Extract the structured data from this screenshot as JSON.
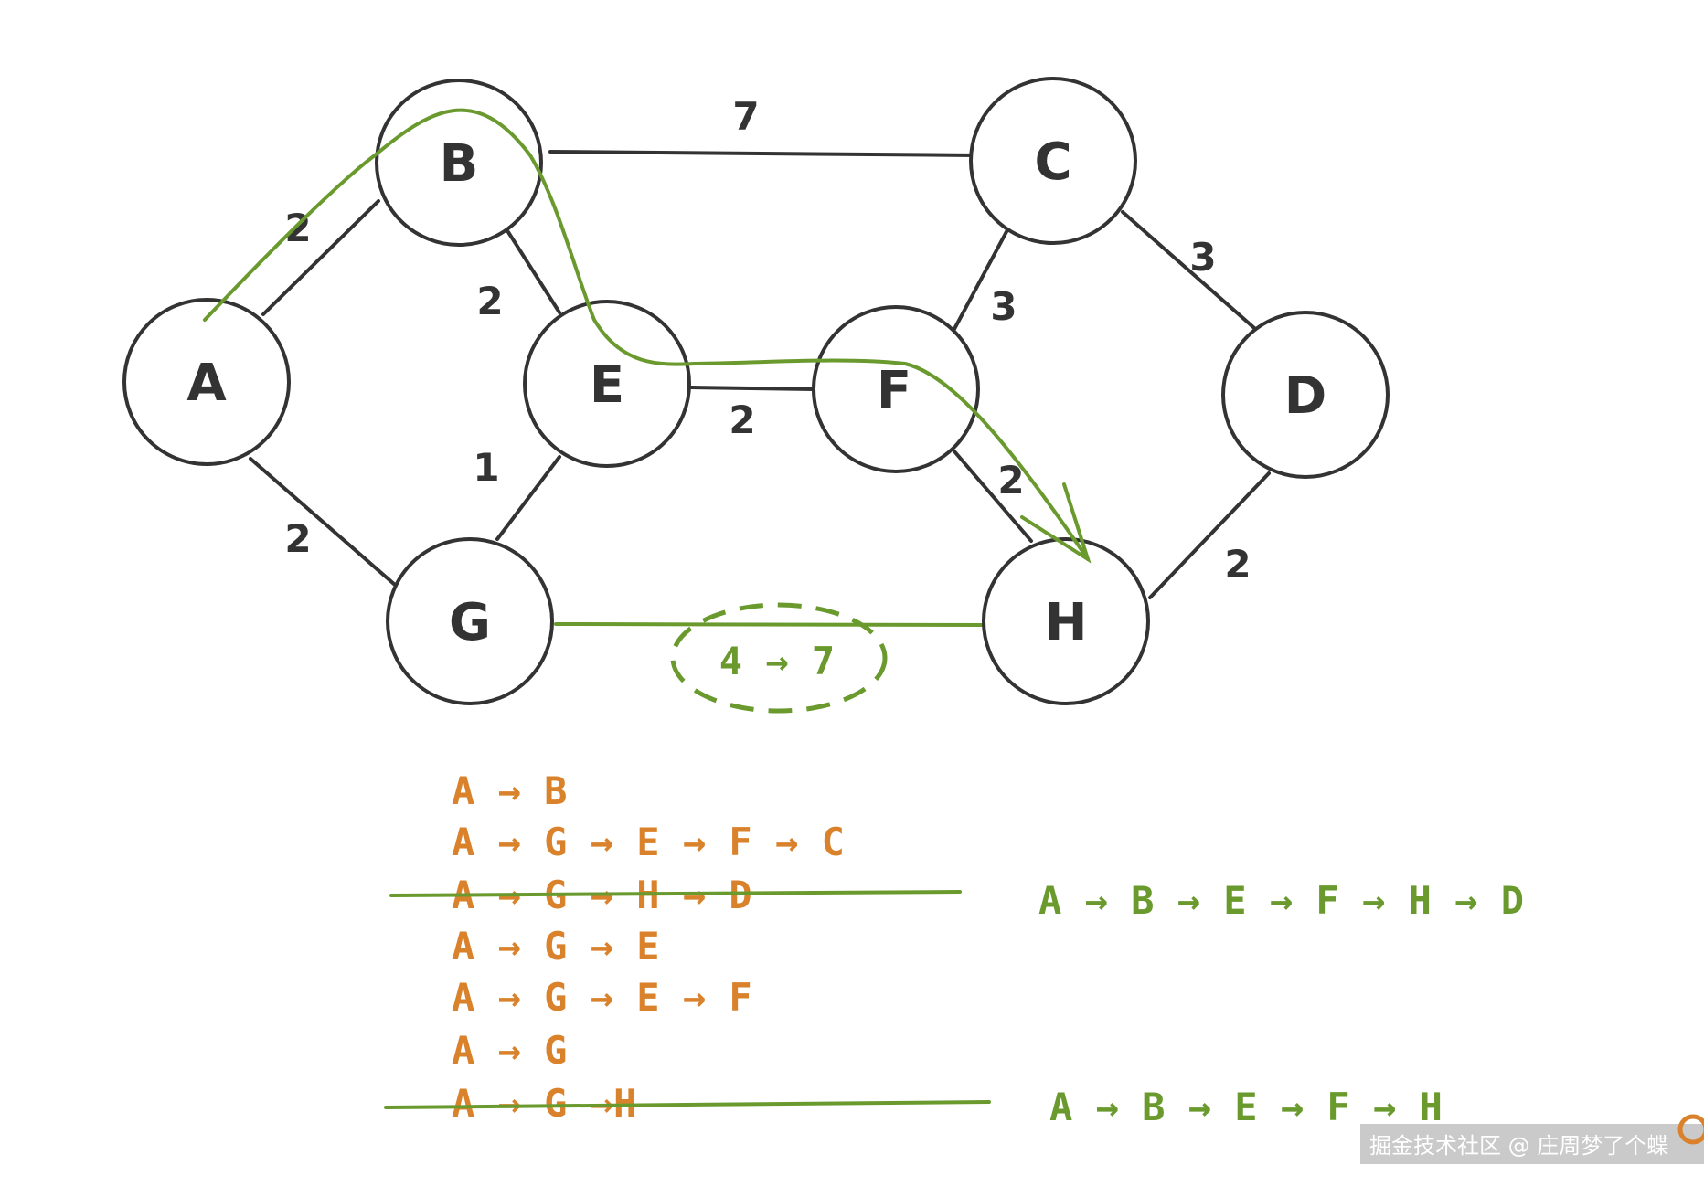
{
  "colors": {
    "node_stroke": "#333333",
    "highlight_green": "#6a9a2e",
    "route_orange": "#d9822b",
    "watermark_text": "#ffffff"
  },
  "nodes": {
    "A": "A",
    "B": "B",
    "C": "C",
    "D": "D",
    "E": "E",
    "F": "F",
    "G": "G",
    "H": "H"
  },
  "weights": {
    "A_B": "2",
    "B_C": "7",
    "B_E": "2",
    "C_F": "3",
    "C_D": "3",
    "E_F": "2",
    "E_G": "1",
    "A_G": "2",
    "F_H": "2",
    "D_H": "2"
  },
  "update_annotation": "4 → 7",
  "route_list": [
    "A → B",
    "A → G → E → F → C",
    "A → G → H → D",
    "A → G → E",
    "A → G → E → F",
    "A → G",
    "A → G →H"
  ],
  "result_paths": [
    "A → B → E → F → H → D",
    "A → B → E → F → H"
  ],
  "watermark": "掘金技术社区 @ 庄周梦了个蝶"
}
